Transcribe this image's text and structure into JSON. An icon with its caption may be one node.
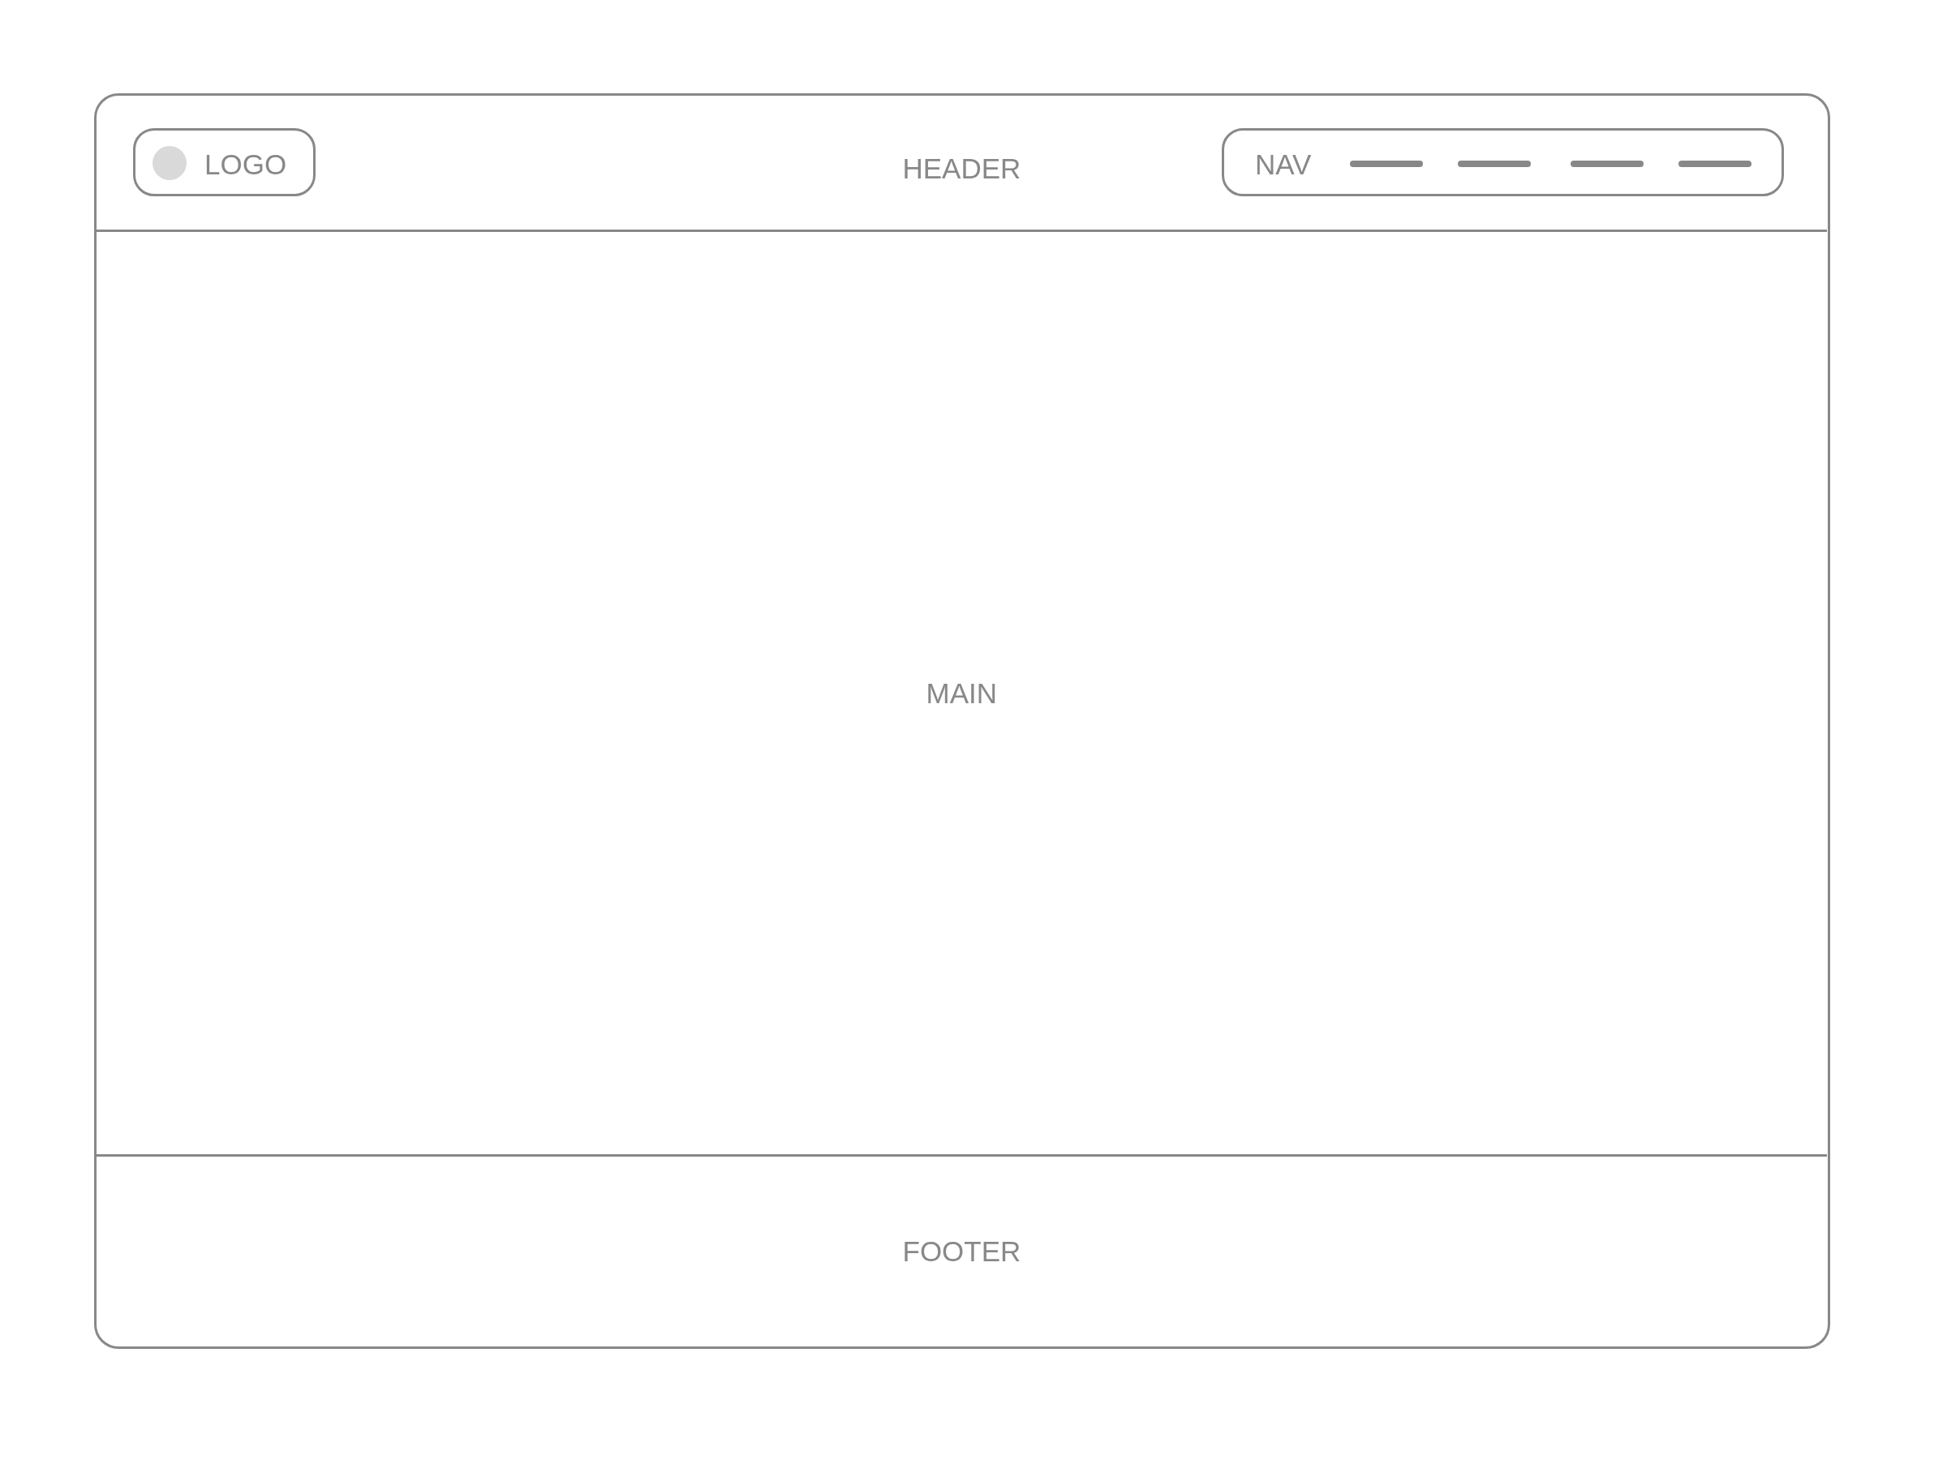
{
  "diagram": {
    "nodes": [
      {
        "text": [],
        "shape": "box"
      },
      {
        "text": [
          "HEADER"
        ],
        "in": 0
      },
      {
        "text": [
          "LOGO"
        ],
        "in": 1
      },
      {
        "text": [
          "NAV"
        ],
        "in": 1
      },
      {
        "text": [
          "MAIN"
        ],
        "in": 0
      },
      {
        "text": [
          "FOOTER"
        ],
        "in": 0
      }
    ]
  }
}
